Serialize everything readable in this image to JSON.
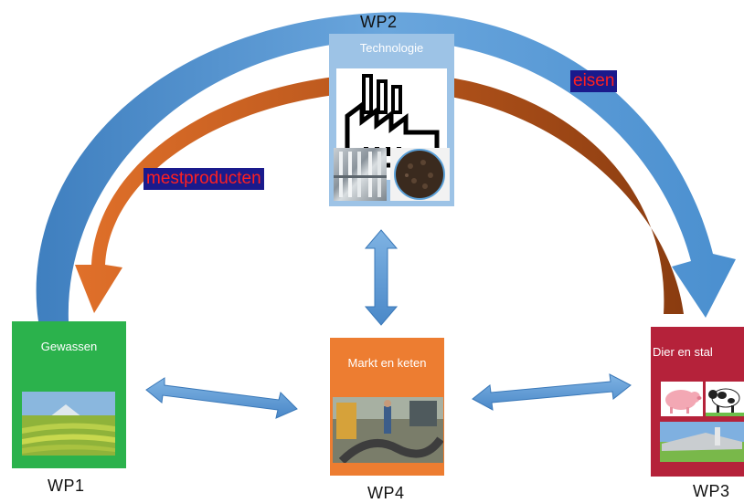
{
  "labels": {
    "wp1": "WP1",
    "wp2": "WP2",
    "wp3": "WP3",
    "wp4": "WP4"
  },
  "boxes": {
    "technologie": {
      "title": "Technologie",
      "color": "#9dc3e6"
    },
    "gewassen": {
      "title": "Gewassen",
      "color": "#2bb24c"
    },
    "markt": {
      "title": "Markt en keten",
      "color": "#ed7d31"
    },
    "dier": {
      "title": "Dier en stal",
      "color": "#b5223a"
    }
  },
  "flows": {
    "eisen": "eisen",
    "mestproducten": "mestproducten"
  },
  "colors": {
    "blue_arrow": "#5b9bd5",
    "orange_arrow": "#c55a11",
    "tag_bg": "#1a1a8c",
    "tag_text": "#ff2020"
  },
  "icons": {
    "factory": "factory-icon",
    "pig": "pig-icon",
    "cow": "cow-icon"
  }
}
